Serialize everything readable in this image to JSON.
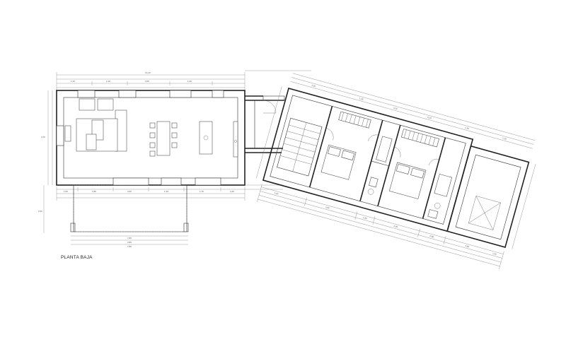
{
  "title": "PLANTA BAJA",
  "dimensions": {
    "left_top": [
      "1,20",
      "2,10",
      "3,60",
      "1,20"
    ],
    "left_overall": "13,20",
    "left_bottom": [
      "1,00",
      "1,80",
      "3,00",
      "1,10",
      "1,70",
      "1,00"
    ],
    "left_side": [
      "4,70",
      "0,20"
    ],
    "porch": [
      "7,80",
      "0,80",
      "7,80"
    ],
    "right_top": [
      "3,20",
      "1,25",
      "3,20",
      "4,20",
      "1,25",
      "1,20"
    ],
    "right_bottom": [
      "1,00",
      "2,80",
      "1,80",
      "3,05",
      "0,80",
      "2,80",
      "1,00"
    ]
  }
}
